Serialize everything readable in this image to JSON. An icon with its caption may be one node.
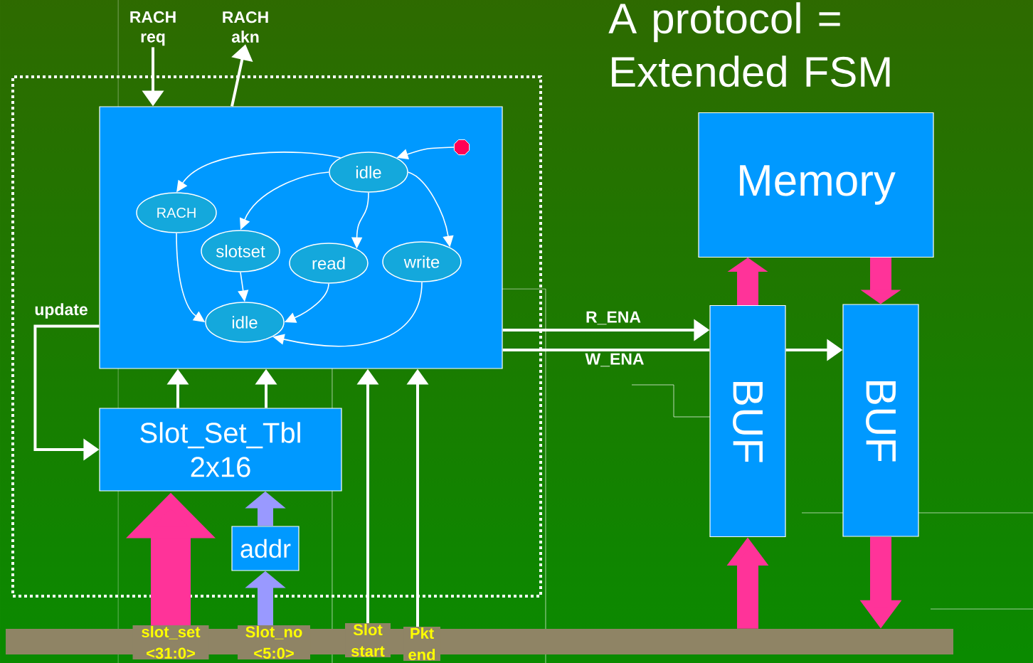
{
  "diagram": {
    "title": "A protocol = Extended FSM",
    "nodes": [
      {
        "text": [],
        "shape": "box"
      },
      {
        "text": [],
        "shape": "box",
        "in": 0
      },
      {
        "text": [],
        "shape": "octagon",
        "in": 1
      },
      {
        "text": [
          "idle"
        ],
        "in": 1
      },
      {
        "text": [
          "RACH"
        ],
        "in": 1
      },
      {
        "text": [
          "slotset"
        ],
        "in": 1
      },
      {
        "text": [
          "read"
        ],
        "in": 1
      },
      {
        "text": [
          "write"
        ],
        "in": 1
      },
      {
        "text": [
          "idle"
        ],
        "in": 1
      },
      {
        "text": [
          "Slot_Set_Tbl 2x16"
        ],
        "in": 0
      },
      {
        "text": [
          "addr"
        ],
        "in": 0
      },
      {
        "text": [
          "Memory"
        ]
      },
      {
        "text": [
          "BUF"
        ]
      },
      {
        "text": [
          "BUF"
        ]
      },
      {
        "text": [],
        "shape": "bar"
      },
      {
        "text": [
          "RACH req"
        ]
      },
      {
        "text": [
          "RACH akn"
        ]
      }
    ],
    "edges": [
      {
        "from": 2,
        "to": 3,
        "arrow": "to"
      },
      {
        "from": 3,
        "to": 4,
        "arrow": "to"
      },
      {
        "from": 3,
        "to": 5,
        "arrow": "to"
      },
      {
        "from": 3,
        "to": 6,
        "arrow": "to"
      },
      {
        "from": 3,
        "to": 7,
        "arrow": "to"
      },
      {
        "from": 4,
        "to": 8,
        "arrow": "to"
      },
      {
        "from": 5,
        "to": 8,
        "arrow": "to"
      },
      {
        "from": 6,
        "to": 8,
        "arrow": "to"
      },
      {
        "from": 7,
        "to": 8,
        "arrow": "to"
      },
      {
        "from": 15,
        "to": 1,
        "arrow": "to"
      },
      {
        "from": 1,
        "to": 16,
        "arrow": "to"
      },
      {
        "from": 1,
        "to": 9,
        "arrow": "to",
        "label": "update"
      },
      {
        "from": 9,
        "to": 1,
        "arrow": "to"
      },
      {
        "from": 9,
        "to": 1,
        "arrow": "to"
      },
      {
        "from": 14,
        "to": 9,
        "arrow": "to",
        "label": "slot_set <31:0>",
        "style": "thick",
        "color": "#ff3399"
      },
      {
        "from": 10,
        "to": 9,
        "arrow": "to",
        "style": "thick",
        "color": "#9999ff"
      },
      {
        "from": 14,
        "to": 10,
        "arrow": "to",
        "label": "Slot_no <5:0>",
        "style": "thick",
        "color": "#9999ff"
      },
      {
        "from": 14,
        "to": 1,
        "arrow": "to",
        "label": "Slot start"
      },
      {
        "from": 14,
        "to": 1,
        "arrow": "to",
        "label": "Pkt end"
      },
      {
        "from": 1,
        "to": 12,
        "arrow": "to",
        "label": "R_ENA"
      },
      {
        "from": 1,
        "to": 12,
        "arrow": "none",
        "label": "W_ENA"
      },
      {
        "from": 12,
        "to": 13,
        "arrow": "to"
      },
      {
        "from": 12,
        "to": 11,
        "arrow": "to",
        "style": "thick",
        "color": "#ff3399"
      },
      {
        "from": 11,
        "to": 13,
        "arrow": "to",
        "style": "thick",
        "color": "#ff3399"
      },
      {
        "from": 14,
        "to": 12,
        "arrow": "to",
        "style": "thick",
        "color": "#ff3399"
      },
      {
        "from": 13,
        "to": 14,
        "arrow": "to",
        "style": "thick",
        "color": "#ff3399"
      }
    ]
  }
}
